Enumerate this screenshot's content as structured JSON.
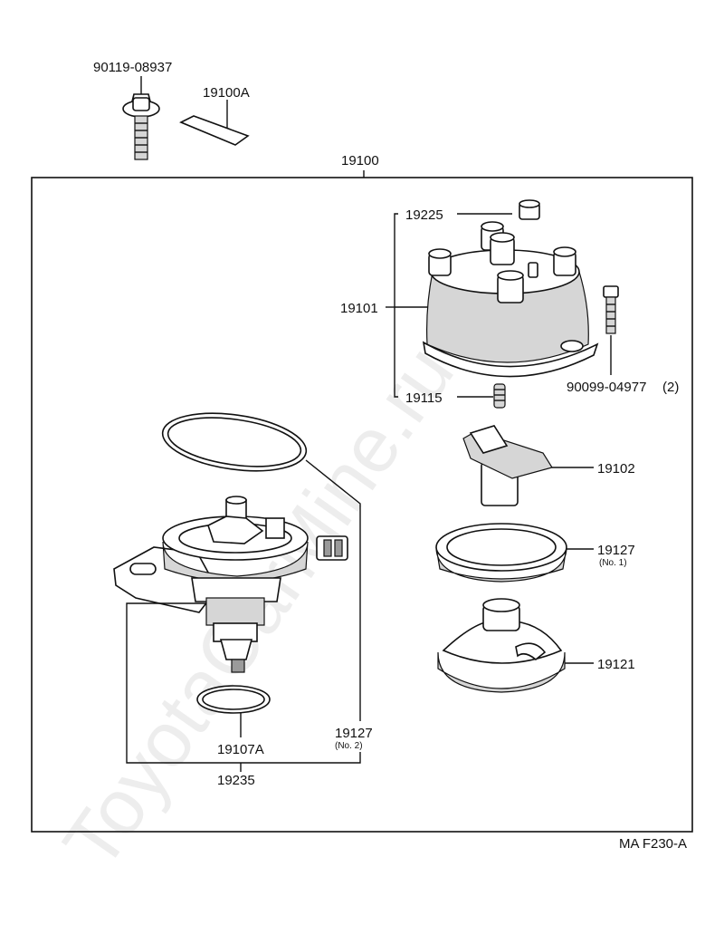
{
  "watermark": "ToyotaCarMine.ru",
  "figure_code": "MA F230-A",
  "parts": {
    "bolt_top": "90119-08937",
    "label_plate": "19100A",
    "assembly": "19100",
    "cap_inner": "19225",
    "cap": "19101",
    "carbon": "19115",
    "cap_screw": "90099-04977",
    "cap_screw_qty": "(2)",
    "rotor": "19102",
    "ring_no1": "19127",
    "ring_no1_note": "(No. 1)",
    "cover": "19121",
    "ring_no2": "19127",
    "ring_no2_note": "(No. 2)",
    "oring": "19107A",
    "housing": "19235"
  }
}
